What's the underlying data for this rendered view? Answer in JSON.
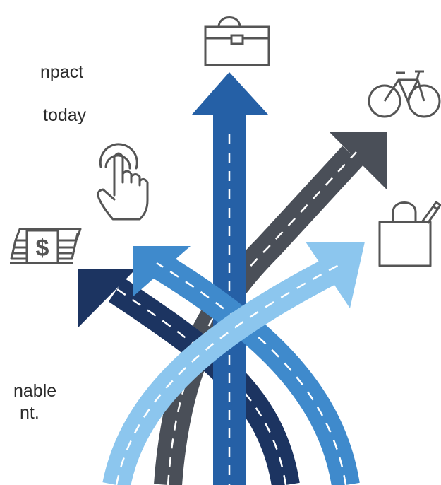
{
  "text_fragments": [
    {
      "id": "t1",
      "text": "npact"
    },
    {
      "id": "t2",
      "text": "today"
    },
    {
      "id": "t3",
      "text": "nable"
    },
    {
      "id": "t4",
      "text": "nt."
    }
  ],
  "colors": {
    "blue_main": "#2560A6",
    "charcoal": "#4A4F58",
    "navy": "#1C3461",
    "mid_blue": "#3F8ACC",
    "light_blue": "#8CC6EE",
    "icon_stroke": "#555555",
    "lane_dash": "#ffffff"
  },
  "icons": [
    "briefcase-icon",
    "bicycle-icon",
    "pointer-hand-icon",
    "money-stack-icon",
    "shopping-bag-icon"
  ]
}
